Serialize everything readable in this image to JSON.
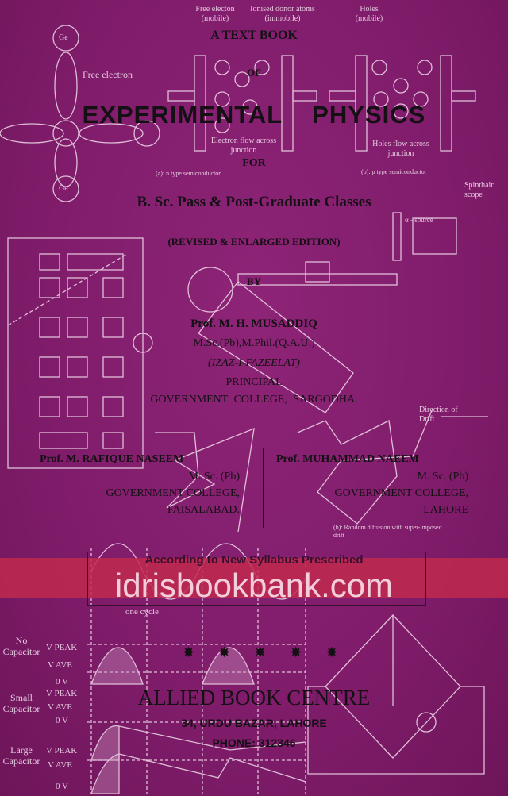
{
  "cover": {
    "series_line": "A TEXT BOOK",
    "of": "OF",
    "title": "EXPERIMENTAL PHYSICS",
    "for": "FOR",
    "audience": "B. Sc. Pass & Post-Graduate Classes",
    "edition": "(REVISED & ENLARGED EDITION)",
    "by": "BY",
    "main_author": {
      "name": "Prof. M. H. MUSADDIQ",
      "degrees": "M.Sc.(Pb),M.Phil.(Q.A.U.)",
      "award": "(IZAZ-I-FAZEELAT)",
      "role": "PRINCIPAL",
      "college": "GOVERNMENT COLLEGE, SARGODHA."
    },
    "co_authors": [
      {
        "name": "Prof. M. RAFIQUE NASEEM",
        "degrees": "M. Sc. (Pb)",
        "college": "GOVERNMENT COLLEGE,",
        "city": "FAISALABAD."
      },
      {
        "name": "Prof. MUHAMMAD NAEEM",
        "degrees": "M. Sc. (Pb)",
        "college": "GOVERNMENT COLLEGE,",
        "city": "LAHORE"
      }
    ],
    "notice": "According to New Syllabus Prescribed",
    "watermark": "idrisbookbank.com",
    "publisher": {
      "name": "ALLIED BOOK CENTRE",
      "address": "34, URDU BAZAR, LAHORE",
      "phone": "PHONE: 312346"
    },
    "diagram_labels": {
      "free_electron_mobile": "Free electon (mobile)",
      "ionised_donor": "Ionised donor atoms (immobile)",
      "holes_mobile": "Holes (mobile)",
      "free_electron": "Free electron",
      "ge": "Ge",
      "electron_flow": "Electron flow across junction",
      "n_type": "(a): n type semiconductor",
      "holes_flow": "Holes flow across junction",
      "p_type": "(b): p type semiconductor",
      "spinthariscope": "Spinthair scope",
      "alpha_source": "α - source",
      "direction_of_drift": "Direction of Drift",
      "random_diffusion": "(b): Random diffusion with super-imposed drift",
      "one_cycle": "one cycle",
      "no_capacitor": "No Capacitor",
      "small_capacitor": "Small Capacitor",
      "large_capacitor": "Large Capacitor",
      "v_peak": "V PEAK",
      "v_ave": "V AVE",
      "zero_v": "0 V"
    },
    "colors": {
      "background": "#7f1c6a",
      "band": "#c0294e",
      "text": "#141014",
      "line_art": "#f1dcec"
    }
  }
}
